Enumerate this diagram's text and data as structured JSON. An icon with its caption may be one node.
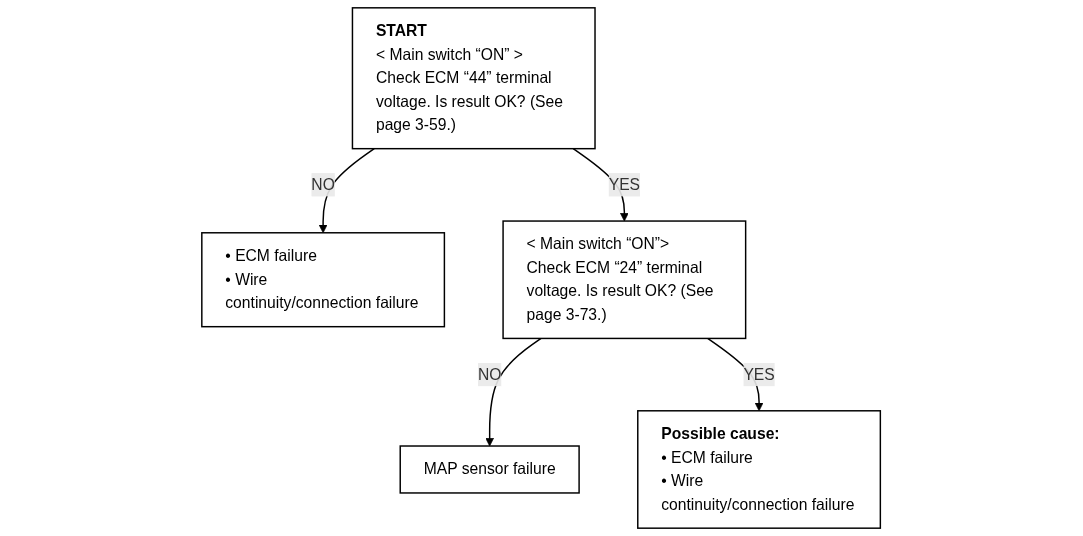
{
  "diagram": {
    "nodes": [
      {
        "text": [
          "START",
          "< Main switch “ON” > Check ECM “44” terminal voltage. Is result OK? (See page 3-59.)"
        ]
      },
      {
        "text": [
          "• ECM failure",
          "• Wire continuity/connection failure"
        ]
      },
      {
        "text": [
          "< Main switch “ON”> Check ECM “24” terminal voltage. Is result OK? (See page 3-73.)"
        ]
      },
      {
        "text": [
          "MAP sensor  failure"
        ]
      },
      {
        "text": [
          "Possible cause:",
          "• ECM failure",
          "• Wire continuity/connection failure"
        ]
      }
    ],
    "edges": [
      {
        "from": 0,
        "to": 1,
        "arrow": "to",
        "label": "NO"
      },
      {
        "from": 0,
        "to": 2,
        "arrow": "to",
        "label": "YES"
      },
      {
        "from": 2,
        "to": 3,
        "arrow": "to",
        "label": "NO"
      },
      {
        "from": 2,
        "to": 4,
        "arrow": "to",
        "label": "YES"
      }
    ]
  }
}
